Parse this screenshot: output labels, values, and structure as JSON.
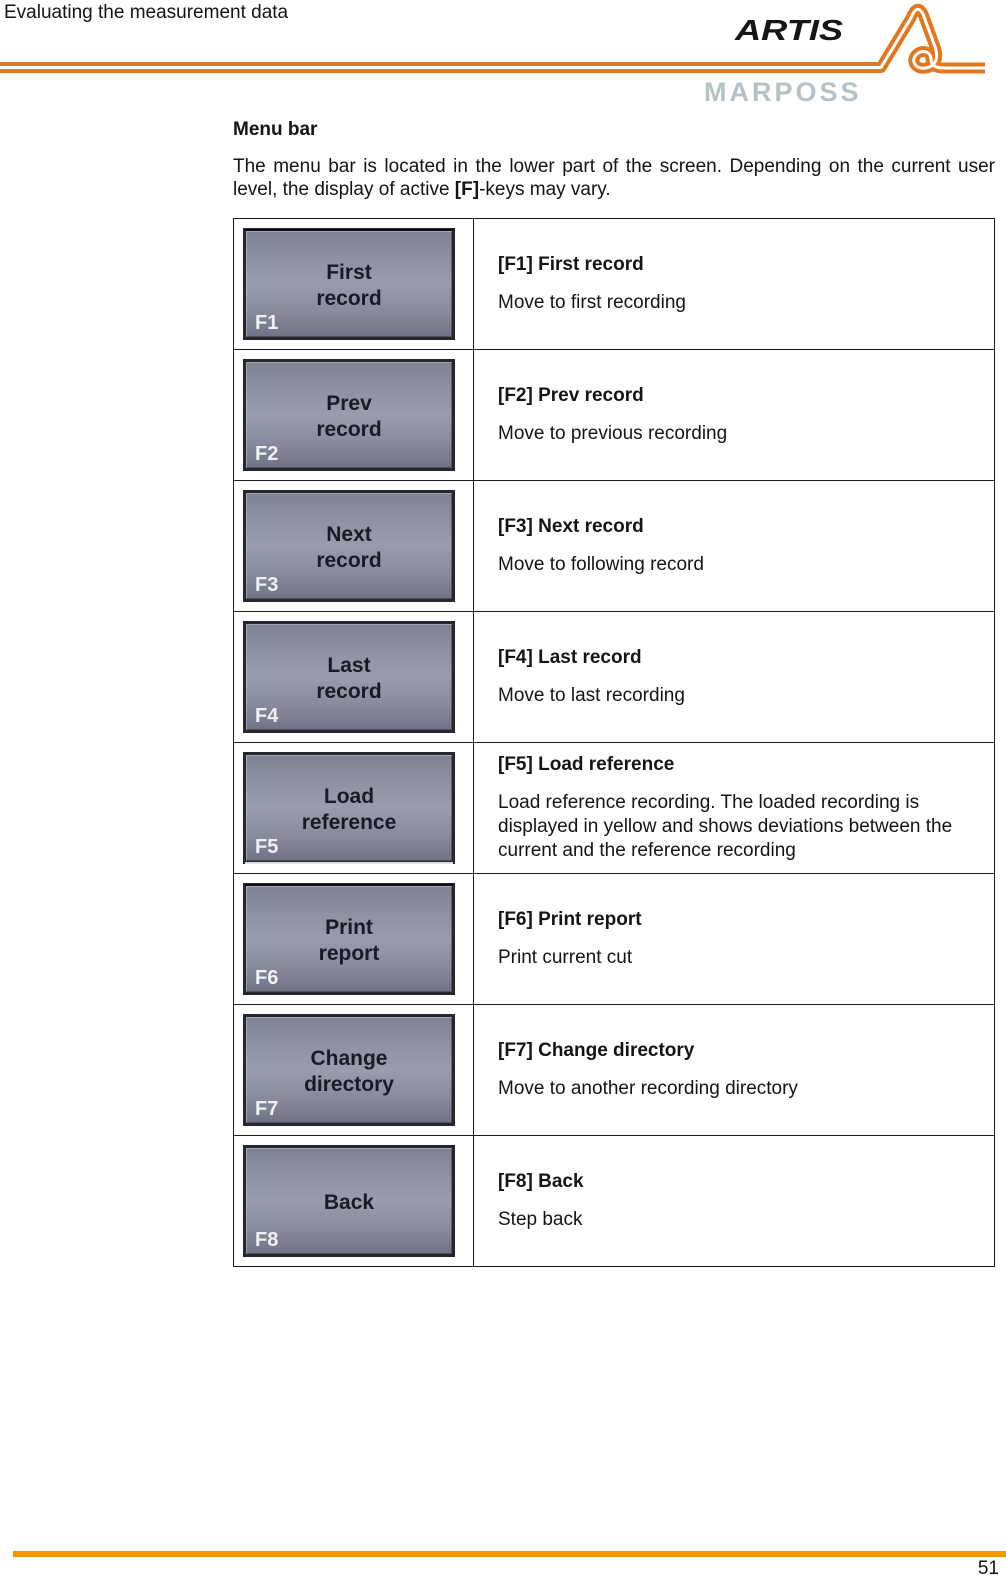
{
  "header": {
    "doc_title": "Evaluating the measurement data",
    "brand": {
      "artis": "ARTIS",
      "marposs": "MARPOSS"
    }
  },
  "section": {
    "heading": "Menu bar",
    "intro": {
      "part1": "The menu bar is located in the lower part of the screen. Depending on the current user level, the display of active ",
      "bold": "[F]",
      "part2": "-keys may vary."
    }
  },
  "table": {
    "rows": [
      {
        "key": "F1",
        "button_label": "First\nrecord",
        "title": "[F1] First record",
        "description": "Move to first recording"
      },
      {
        "key": "F2",
        "button_label": "Prev\nrecord",
        "title": "[F2] Prev record",
        "description": "Move to previous recording"
      },
      {
        "key": "F3",
        "button_label": "Next\nrecord",
        "title": "[F3] Next record",
        "description": "Move to following record"
      },
      {
        "key": "F4",
        "button_label": "Last\nrecord",
        "title": "[F4] Last record",
        "description": "Move to last recording"
      },
      {
        "key": "F5",
        "button_label": "Load\nreference",
        "title": "[F5] Load reference",
        "description": "Load reference recording. The loaded recording is displayed in yellow and shows deviations between the current and the reference recording"
      },
      {
        "key": "F6",
        "button_label": "Print\nreport",
        "title": "[F6] Print report",
        "description": "Print current cut"
      },
      {
        "key": "F7",
        "button_label": "Change\ndirectory",
        "title": "[F7] Change directory",
        "description": "Move to another recording directory"
      },
      {
        "key": "F8",
        "button_label": "Back",
        "title": "[F8] Back",
        "description": "Step back"
      }
    ]
  },
  "footer": {
    "page_number": "51"
  },
  "colors": {
    "accent_orange": "#E2771F",
    "footer_orange": "#F59300",
    "button_face": "#8F93A2",
    "button_frame": "#26272E",
    "marposs_gray": "#B7C1C8"
  }
}
